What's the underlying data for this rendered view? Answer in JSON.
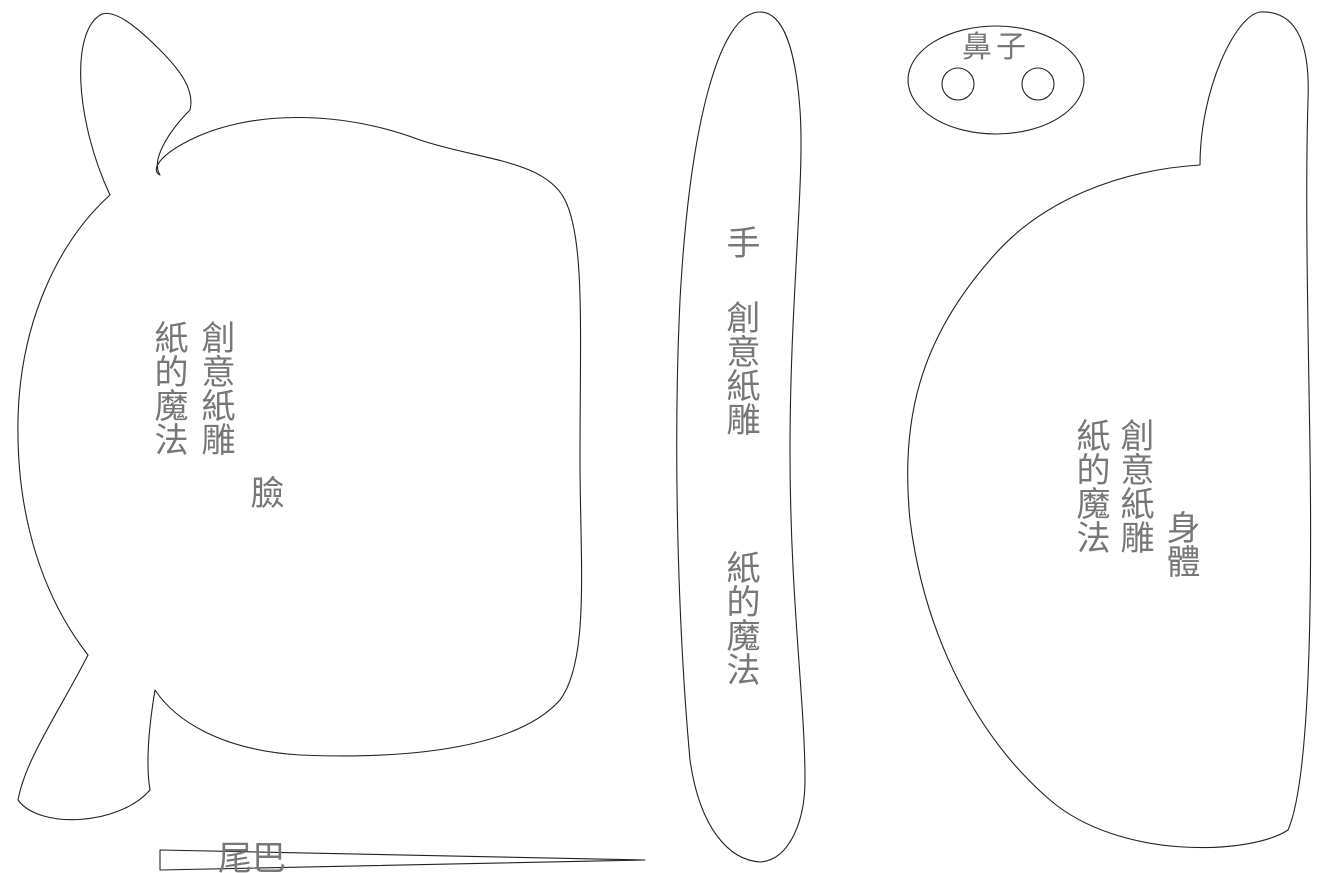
{
  "pieces": {
    "face": {
      "line1": "紙的魔法",
      "line2": "創意紙雕",
      "part_name": "臉"
    },
    "arm": {
      "text_a": "紙的魔法",
      "text_b": "創意紙雕",
      "part_name": "手"
    },
    "nose": {
      "part_name": "鼻子"
    },
    "body": {
      "line1": "紙的魔法",
      "line2": "創意紙雕",
      "part_name": "身體"
    },
    "tail": {
      "part_name": "尾巴"
    }
  },
  "colors": {
    "outline": "#222222",
    "text": "#777777",
    "background": "#ffffff"
  }
}
